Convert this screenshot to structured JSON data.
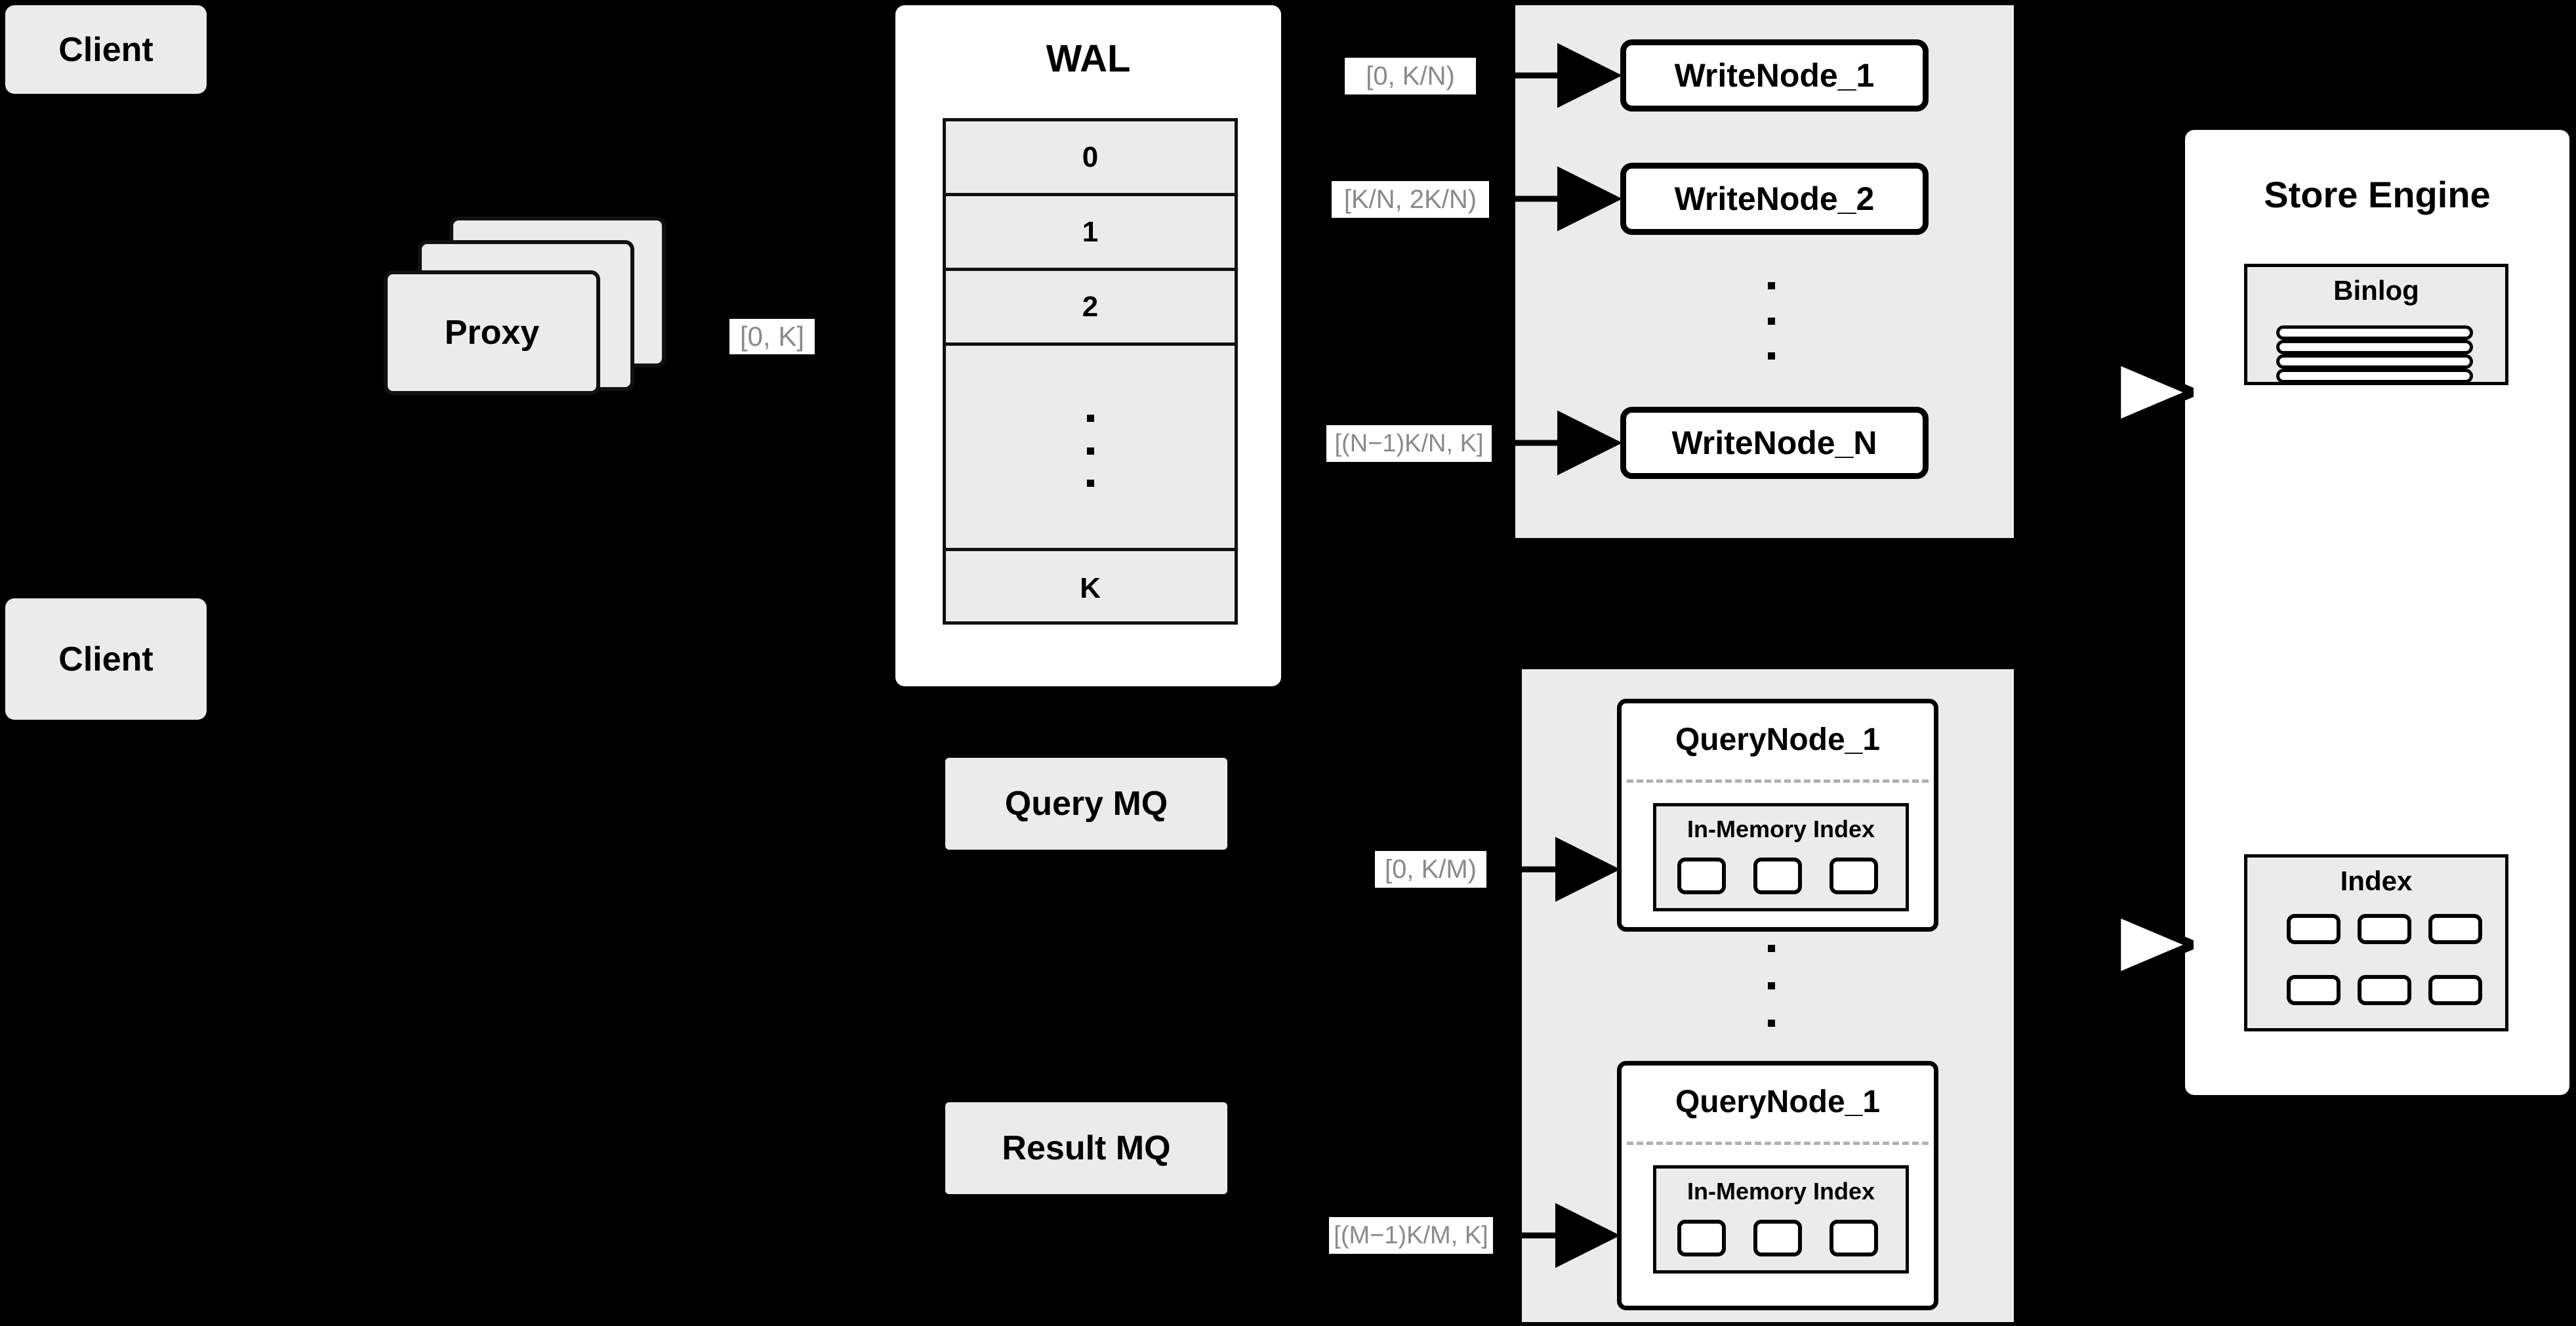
{
  "diagram": {
    "title": "Distributed vector database write/query architecture",
    "background_color": "#000000",
    "surface_color": "#ebebeb",
    "panel_color": "#ffffff",
    "label_text_color": "#8a8a8a"
  },
  "clients": [
    {
      "label": "Client"
    },
    {
      "label": "Client"
    }
  ],
  "proxy": {
    "label": "Proxy",
    "stack_count": 3,
    "outgoing_range": "[0, K]"
  },
  "wal": {
    "title": "WAL",
    "rows": [
      "0",
      "1",
      "2",
      "⋮",
      "K"
    ],
    "ellipsis_row_index": 3
  },
  "write_cluster": {
    "nodes": [
      {
        "label": "WriteNode_1",
        "range": "[0,  K/N)"
      },
      {
        "label": "WriteNode_2",
        "range": "[K/N, 2K/N)"
      },
      {
        "label": "WriteNode_N",
        "range": "[(N−1)K/N,  K]"
      }
    ],
    "ellipsis": "⋮"
  },
  "query_cluster": {
    "nodes": [
      {
        "label": "QueryNode_1",
        "range": "[0, K/M)",
        "index": {
          "label": "In-Memory Index",
          "segment_count": 3
        }
      },
      {
        "label": "QueryNode_1",
        "range": "[(M−1)K/M, K]",
        "index": {
          "label": "In-Memory Index",
          "segment_count": 3
        }
      }
    ],
    "ellipsis": "⋮"
  },
  "message_queues": [
    {
      "label": "Query MQ"
    },
    {
      "label": "Result MQ"
    }
  ],
  "store_engine": {
    "title": "Store Engine",
    "binlog": {
      "title": "Binlog",
      "row_count": 4
    },
    "index": {
      "title": "Index",
      "rows": 2,
      "columns": 3,
      "cell_count": 6
    }
  }
}
